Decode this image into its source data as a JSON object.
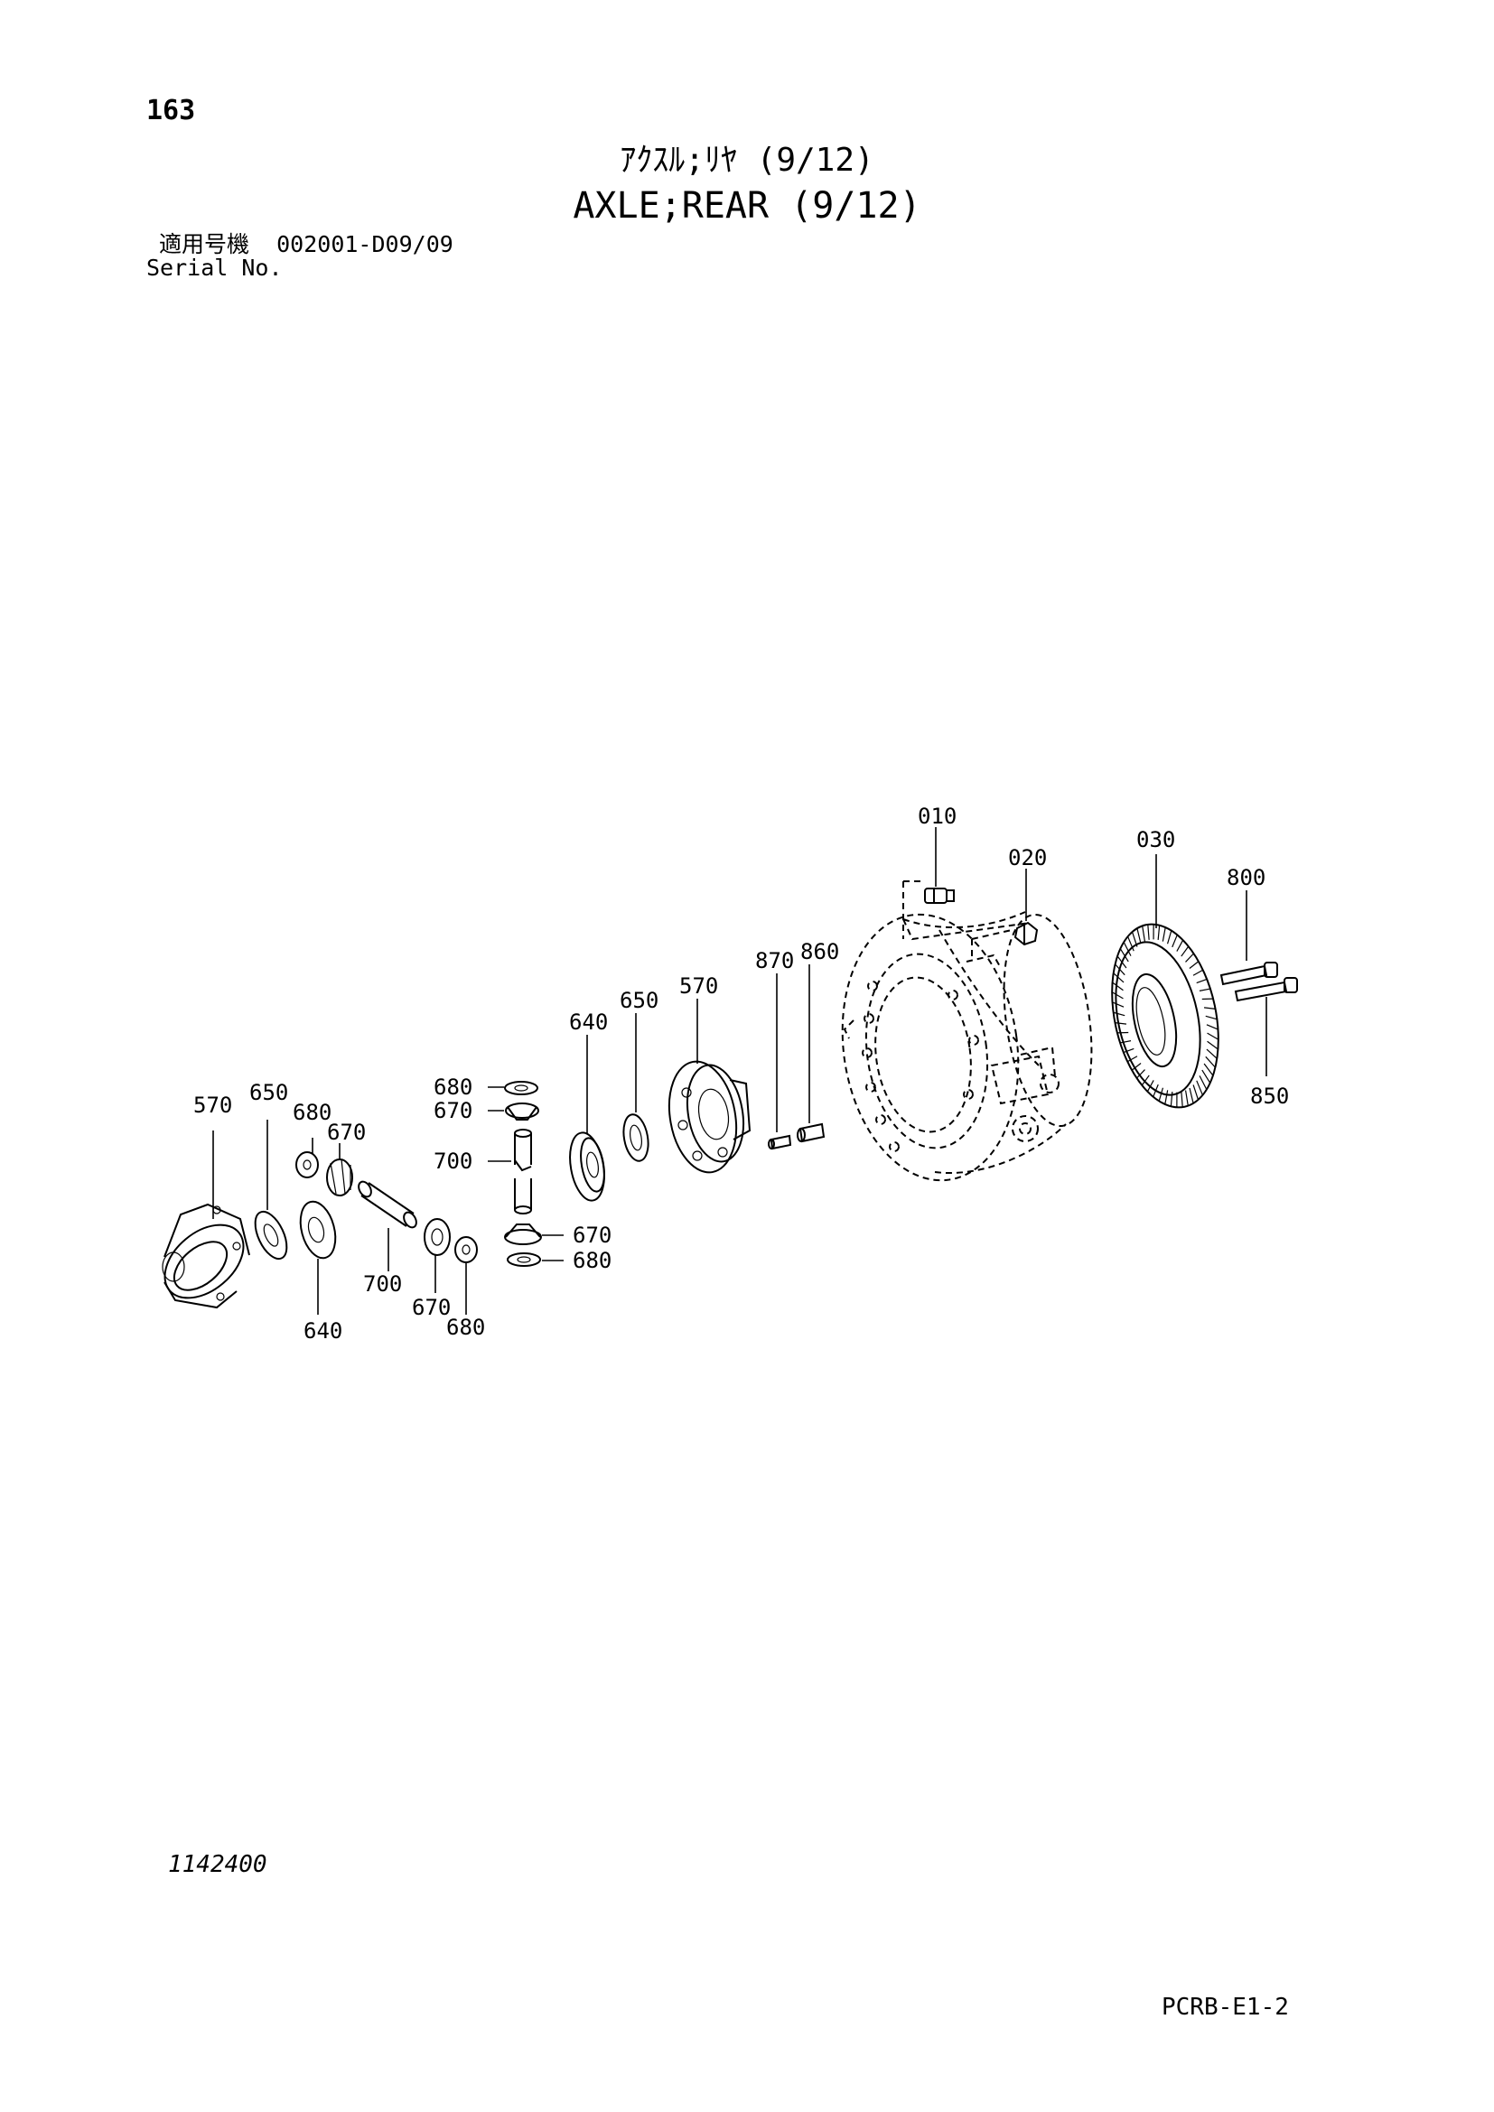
{
  "header": {
    "page_number": "163",
    "title_jp": "ｱｸｽﾙ;ﾘﾔ (9/12)",
    "title_en": "AXLE;REAR (9/12)",
    "serial_label_jp": "適用号機",
    "serial_value": "002001-D09/09",
    "serial_label_en": "Serial No."
  },
  "footer": {
    "drawing_number": "1142400",
    "page_code": "PCRB-E1-2"
  },
  "diagram": {
    "callouts": [
      {
        "id": "c010",
        "label": "010"
      },
      {
        "id": "c020",
        "label": "020"
      },
      {
        "id": "c030",
        "label": "030"
      },
      {
        "id": "c800",
        "label": "800"
      },
      {
        "id": "c850",
        "label": "850"
      },
      {
        "id": "c870",
        "label": "870"
      },
      {
        "id": "c860",
        "label": "860"
      },
      {
        "id": "c570a",
        "label": "570"
      },
      {
        "id": "c650a",
        "label": "650"
      },
      {
        "id": "c640a",
        "label": "640"
      },
      {
        "id": "c680a",
        "label": "680"
      },
      {
        "id": "c670a",
        "label": "670"
      },
      {
        "id": "c700a",
        "label": "700"
      },
      {
        "id": "c670b",
        "label": "670"
      },
      {
        "id": "c680b",
        "label": "680"
      },
      {
        "id": "c570b",
        "label": "570"
      },
      {
        "id": "c650b",
        "label": "650"
      },
      {
        "id": "c680c",
        "label": "680"
      },
      {
        "id": "c670c",
        "label": "670"
      },
      {
        "id": "c700b",
        "label": "700"
      },
      {
        "id": "c640b",
        "label": "640"
      },
      {
        "id": "c670d",
        "label": "670"
      },
      {
        "id": "c680d",
        "label": "680"
      }
    ]
  }
}
